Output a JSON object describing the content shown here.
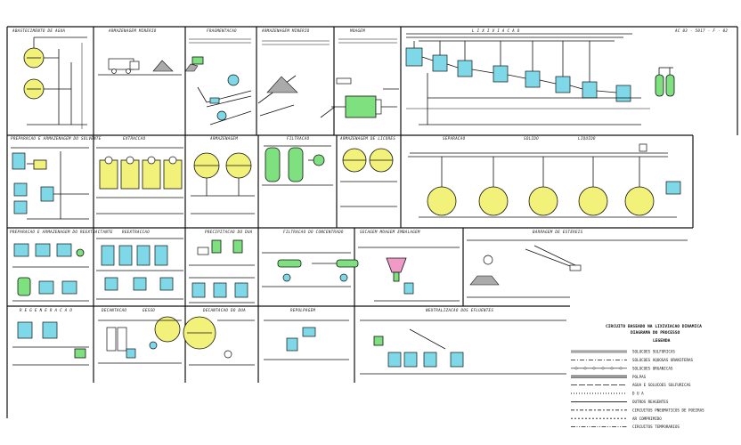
{
  "sheet_ref": "AC 03 · 5017 · F · 02",
  "sections": {
    "water_supply": "ABASTECIMENTO DE AGUA",
    "ore_storage": "ARMAZENAGEM  MINERIO",
    "crushing": "FRAGMENTACAO",
    "ore_storage_2": "ARMAZENAGEM  MINERIO",
    "milling": "MOAGEM",
    "leaching": "L I X I V I A C A O",
    "solvent_prep": "PREPARACAO E ARMAZENAGEM DO SOLVENTE",
    "extraction": "EXTRACCAO",
    "storage": "ARMAZENAGEM",
    "filtration": "FILTRACAO",
    "liquor_storage": "ARMAZENAGEM DE LICORES",
    "separation": "SEPARACAO",
    "solid": "SOLIDO",
    "liquid": "LIQUIDO",
    "reextractant_prep": "PREPARACAO E ARMAZENAGEM DO REEXTRACTANTE",
    "reextraction": "REEXTRACCAO",
    "dua_precipitation": "PRECIPITACAO DO DUA",
    "concentrate_filtration": "FILTRACAO DO CONCENTRADO",
    "drying_packing": "SECAGEM MOAGEM EMBALAGEM",
    "tailings_dam": "BARRAGEM   DE   ESTEREIS",
    "regeneration": "R E G E N E R A C A O",
    "decantation": "DECANTACAO",
    "gypsum": "GESSO",
    "dua_decantation": "DECANTACAO DO DUA",
    "repulping": "REPOLPAGEM",
    "effluent_neutralization": "NEUTRALIZACAO DOS EFLUENTES"
  },
  "title_block": {
    "line1": "CIRCUITO BASEADO NA LIXIVIACAO DINAMICA",
    "line2": "DIAGRAMA DO PROCESSO"
  },
  "legend": {
    "title": "LEGENDA",
    "items": [
      "SOLUCOES SULFURICAS",
      "SOLUCOES AQUOSAS URANIFERAS",
      "SOLUCOES ORGANICAS",
      "POLPAS",
      "AGUA E SOLUCOES SULFURICAS",
      "D U A",
      "OUTROS REAGENTES",
      "CIRCUITOS PNEUMATICOS DE POEIRAS",
      "AR COMPRIMIDO",
      "CIRCUITOS TEMPORARIOS"
    ],
    "styles": [
      "solid-double",
      "dash-dot",
      "solid-circles",
      "double",
      "long-dash",
      "dots",
      "solid",
      "dash-x",
      "fine-dash",
      "dash-dot-dot"
    ]
  },
  "colors": {
    "tank_cyan": "#7fd8e8",
    "settler_yellow": "#f2f27a",
    "mill_green": "#7ee07e",
    "dryer_pink": "#f09ac8",
    "line_black": "#111111"
  }
}
